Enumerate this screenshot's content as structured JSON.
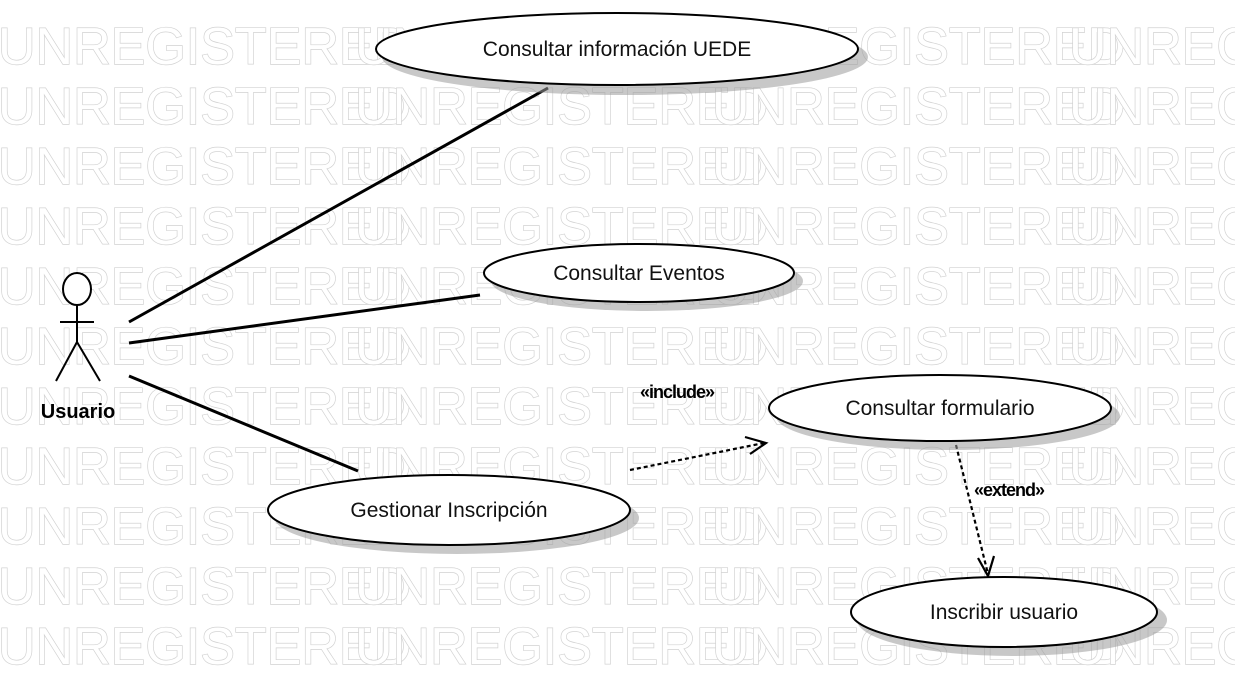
{
  "watermark": {
    "text": "UNREGISTERED"
  },
  "actor": {
    "name": "Usuario"
  },
  "use_cases": {
    "consultar_info": "Consultar información UEDE",
    "consultar_eventos": "Consultar Eventos",
    "gestionar_inscripcion": "Gestionar Inscripción",
    "consultar_formulario": "Consultar formulario",
    "inscribir_usuario": "Inscribir usuario"
  },
  "relations": {
    "include_label": "«include»",
    "extend_label": "«extend»"
  }
}
